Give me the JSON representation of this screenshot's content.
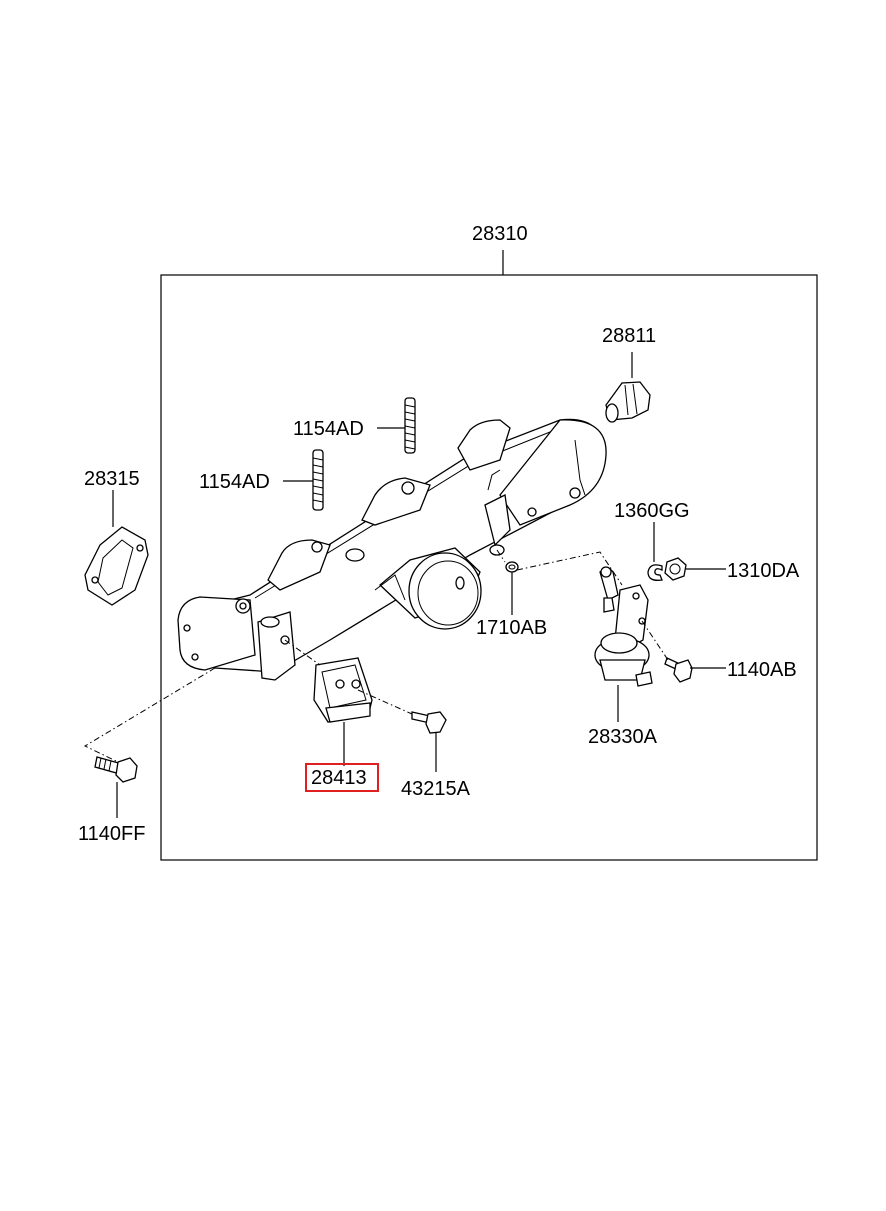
{
  "diagram": {
    "labels": {
      "assembly": "28310",
      "sensor_cap": "28811",
      "stud_upper": "1154AD",
      "stud_lower": "1154AD",
      "gasket": "28315",
      "clip": "1360GG",
      "nut": "1310DA",
      "washer_gasket": "1710AB",
      "bolt_right": "1140AB",
      "actuator": "28330A",
      "bracket": "28413",
      "bolt_bracket": "43215A",
      "bolt_left": "1140FF"
    },
    "highlighted_part": "28413",
    "highlight_color": "#e02020"
  }
}
